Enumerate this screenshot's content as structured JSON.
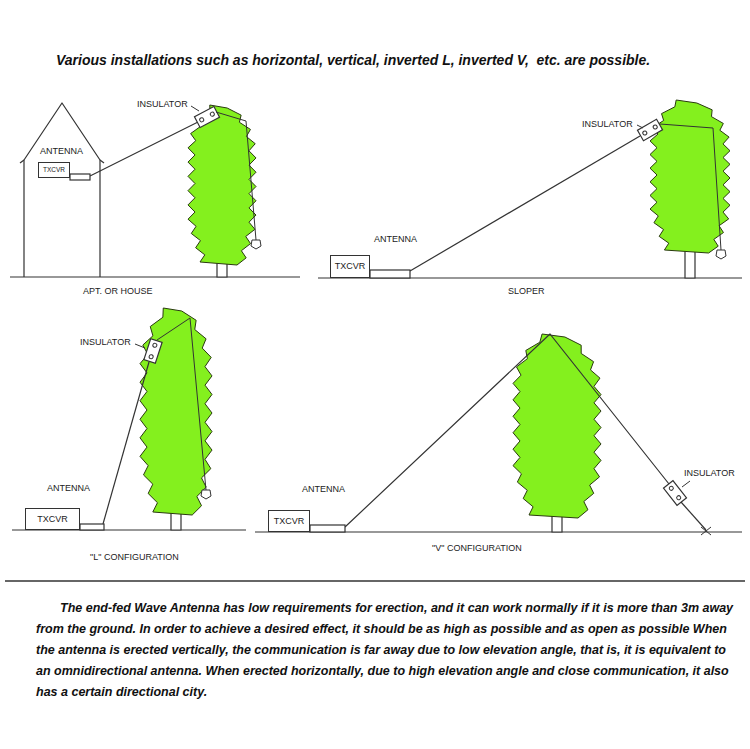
{
  "diagram": {
    "title": "Various installations such as horizontal, vertical, inverted L, inverted V,  etc. are possible.",
    "caption": "The end-fed Wave Antenna has low requirements for erection, and it can work normally if it is more than 3m away from the ground. In order to achieve a desired effect, it should be as high as possible and as open as possible When the antenna is erected vertically, the communication is far away due to low elevation angle, that is, it is equivalent to an omnidirectional antenna. When erected horizontally, due to high elevation angle and close communication, it also has a certain directional city.",
    "nodes": [
      {
        "text": [
          "TXCVR"
        ]
      },
      {
        "text": [
          "TXCVR"
        ]
      },
      {
        "text": [
          "TXCVR"
        ]
      },
      {
        "text": [
          "TXCVR"
        ]
      }
    ],
    "labels": [
      "INSULATOR",
      "ANTENNA",
      "APT. OR HOUSE",
      "INSULATOR",
      "ANTENNA",
      "SLOPER",
      "INSULATOR",
      "ANTENNA",
      "\"L\" CONFIGURATION",
      "ANTENNA",
      "INSULATOR",
      "\"V\" CONFIGURATION"
    ]
  }
}
